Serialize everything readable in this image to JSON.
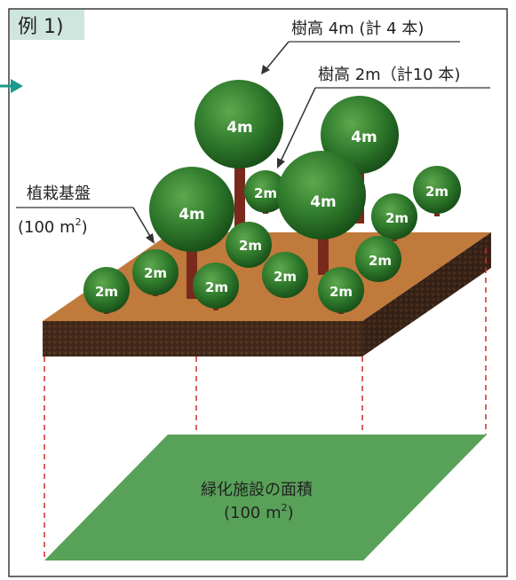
{
  "example_tag": "例 1)",
  "callouts": {
    "tall_trees": "樹高 4m (計 4 本)",
    "short_trees": "樹高 2m（計10 本)"
  },
  "base": {
    "label": "植栽基盤",
    "area_prefix": "(100 m",
    "area_sup": "2",
    "area_suffix": ")"
  },
  "green_area": {
    "label": "緑化施設の面積",
    "area_prefix": "(100 m",
    "area_sup": "2",
    "area_suffix": ")"
  },
  "trees": {
    "tall_label": "4m",
    "short_label": "2m"
  },
  "colors": {
    "tag_bg": "#cfe6de",
    "arrow": "#1a9a8c",
    "soil_top": "#c07a3c",
    "soil_side": "#4a2e1e",
    "foliage": "#2f7a2c",
    "foliage_dark": "#1f5c1e",
    "trunk": "#7a2a1c",
    "green_area": "#4a9a4a",
    "dashed": "#d42a2a"
  }
}
